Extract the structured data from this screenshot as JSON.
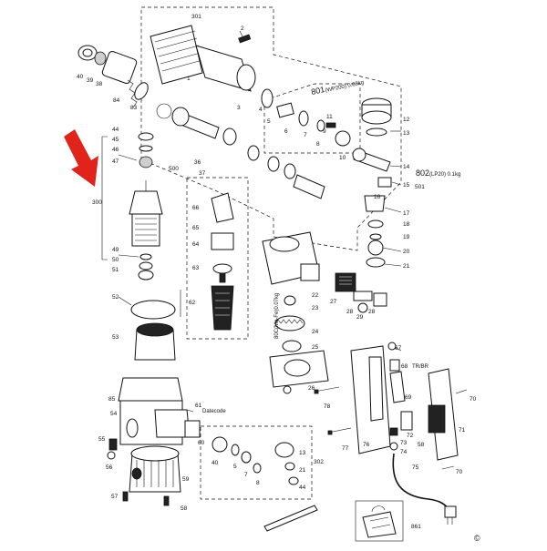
{
  "diagram": {
    "labels": {
      "n301": "301",
      "n2": "2",
      "n1": "1",
      "n3": "3",
      "n4": "4",
      "n5": "5",
      "n6": "6",
      "n7": "7",
      "n8": "8",
      "n9": "9",
      "n10": "10",
      "n11": "11",
      "n12": "12",
      "n13": "13",
      "n14": "14",
      "n15": "15",
      "n16": "16",
      "n17": "17",
      "n18": "18",
      "n19": "19",
      "n20": "20",
      "n21": "21",
      "n22": "22",
      "n23": "23",
      "n24": "24",
      "n25": "25",
      "n26": "26",
      "n27": "27",
      "n28": "28",
      "n29": "29",
      "n36": "36",
      "n37": "37",
      "n38": "38",
      "n39": "39",
      "n40": "40",
      "n44": "44",
      "n45": "45",
      "n46": "46",
      "n47": "47",
      "n49": "49",
      "n50": "50",
      "n51": "51",
      "n52": "52",
      "n53": "53",
      "n54": "54",
      "n55": "55",
      "n56": "56",
      "n57": "57",
      "n58": "58",
      "n59": "59",
      "n60": "60",
      "n61": "61",
      "n62": "62",
      "n63": "63",
      "n64": "64",
      "n65": "65",
      "n66": "66",
      "n67": "67",
      "n68": "68",
      "n69": "69",
      "n70": "70",
      "n70b": "70",
      "n71": "71",
      "n72": "72",
      "n73": "73",
      "n74": "74",
      "n75": "75",
      "n76": "76",
      "n77": "77",
      "n78": "78",
      "n83": "83",
      "n84": "84",
      "n85": "85",
      "n300": "300",
      "n302": "302",
      "n500": "500",
      "n501": "501",
      "n801": "801",
      "n802": "802",
      "n861": "861",
      "b40": "40",
      "b5": "5",
      "b7": "7",
      "b8": "8",
      "b13": "13",
      "b21": "21",
      "b44": "44",
      "b58b": "58",
      "grease801": "(WP200) 0.08kg",
      "grease802": "(LP20) 0.1kg",
      "grease_gear": "80C(Mo-Fe)0.07kg",
      "datecode": "Datecode",
      "trbr": "TR/BR",
      "copyright": "©"
    },
    "pointer_color": "#e0231b"
  }
}
